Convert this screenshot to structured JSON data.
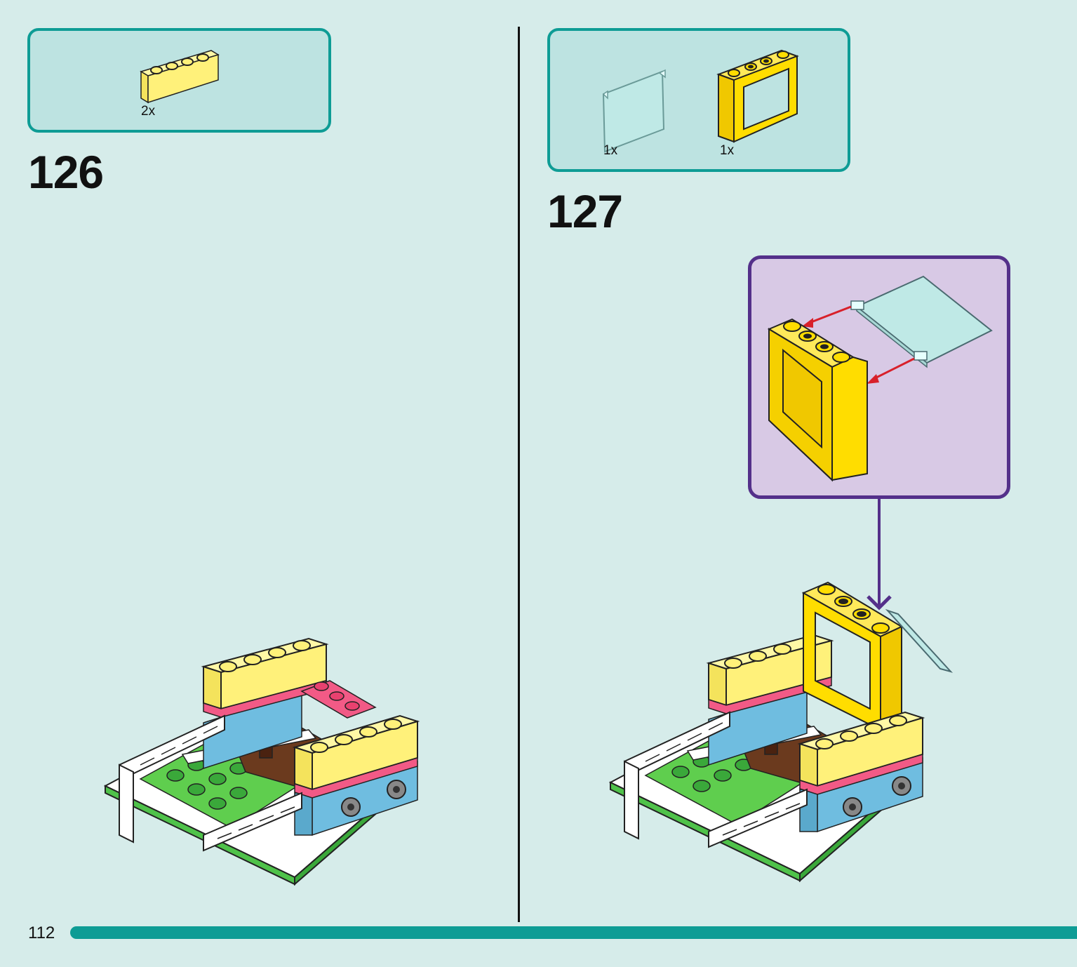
{
  "page": {
    "number": "112",
    "progress_color": "#0e9c95"
  },
  "steps": [
    {
      "number": "126",
      "parts": [
        {
          "name": "yellow-brick-1x4",
          "quantity": "2x",
          "color": "#fff17a"
        }
      ]
    },
    {
      "number": "127",
      "parts": [
        {
          "name": "transparent-window-pane",
          "quantity": "1x",
          "color": "#bfe9e6"
        },
        {
          "name": "yellow-window-frame",
          "quantity": "1x",
          "color": "#ffdd00"
        }
      ]
    }
  ],
  "colors": {
    "background": "#d6ecea",
    "parts_border": "#0e9c95",
    "parts_fill": "#bde3e1",
    "callout_border": "#54308a",
    "callout_fill": "#d8c9e5",
    "arrow_red": "#d8202a"
  }
}
